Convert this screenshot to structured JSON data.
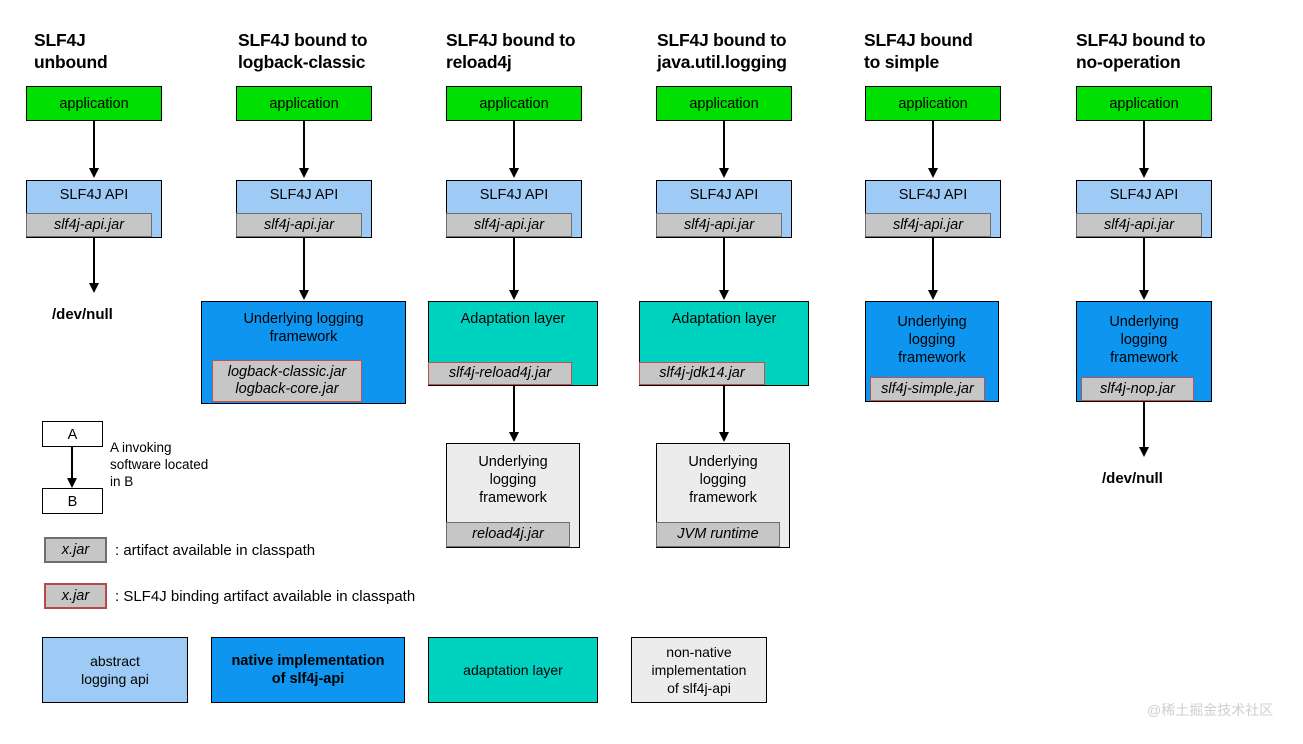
{
  "diagram": {
    "title_color": "#000000",
    "columns": [
      {
        "title": "SLF4J\nunbound",
        "nodes": [
          {
            "label": "application",
            "jar": null
          },
          {
            "label": "SLF4J API",
            "jar": "slf4j-api.jar"
          }
        ],
        "terminal": "/dev/null"
      },
      {
        "title": "SLF4J bound to\nlogback-classic",
        "nodes": [
          {
            "label": "application",
            "jar": null
          },
          {
            "label": "SLF4J API",
            "jar": "slf4j-api.jar"
          },
          {
            "label": "Underlying logging\nframework",
            "jar": "logback-classic.jar\nlogback-core.jar"
          }
        ],
        "terminal": null
      },
      {
        "title": "SLF4J bound to\nreload4j",
        "nodes": [
          {
            "label": "application",
            "jar": null
          },
          {
            "label": "SLF4J API",
            "jar": "slf4j-api.jar"
          },
          {
            "label": "Adaptation layer",
            "jar": "slf4j-reload4j.jar"
          },
          {
            "label": "Underlying\nlogging\nframework",
            "jar": "reload4j.jar"
          }
        ],
        "terminal": null
      },
      {
        "title": "SLF4J bound to\njava.util.logging",
        "nodes": [
          {
            "label": "application",
            "jar": null
          },
          {
            "label": "SLF4J API",
            "jar": "slf4j-api.jar"
          },
          {
            "label": "Adaptation layer",
            "jar": "slf4j-jdk14.jar"
          },
          {
            "label": "Underlying\nlogging\nframework",
            "jar": "JVM runtime"
          }
        ],
        "terminal": null
      },
      {
        "title": "SLF4J bound\nto simple",
        "nodes": [
          {
            "label": "application",
            "jar": null
          },
          {
            "label": "SLF4J API",
            "jar": "slf4j-api.jar"
          },
          {
            "label": "Underlying\nlogging\nframework",
            "jar": "slf4j-simple.jar"
          }
        ],
        "terminal": null
      },
      {
        "title": "SLF4J bound to\nno-operation",
        "nodes": [
          {
            "label": "application",
            "jar": null
          },
          {
            "label": "SLF4J API",
            "jar": "slf4j-api.jar"
          },
          {
            "label": "Underlying\nlogging\nframework",
            "jar": "slf4j-nop.jar"
          }
        ],
        "terminal": "/dev/null"
      }
    ]
  },
  "legend": {
    "invoking": {
      "box_a": "A",
      "box_b": "B",
      "description": "A invoking\nsoftware located\nin B"
    },
    "artifact": {
      "sample": "x.jar",
      "description": ": artifact available in classpath"
    },
    "binding_artifact": {
      "sample": "x.jar",
      "description": ": SLF4J binding artifact available in classpath"
    },
    "color_boxes": [
      {
        "label": "abstract\nlogging api",
        "color": "#9ecbf5"
      },
      {
        "label": "native implementation\nof slf4j-api",
        "color": "#0d95ef"
      },
      {
        "label": "adaptation layer",
        "color": "#00d2c0"
      },
      {
        "label": "non-native\nimplementation\nof slf4j-api",
        "color": "#ececec"
      }
    ]
  },
  "watermark": "@稀土掘金技术社区"
}
